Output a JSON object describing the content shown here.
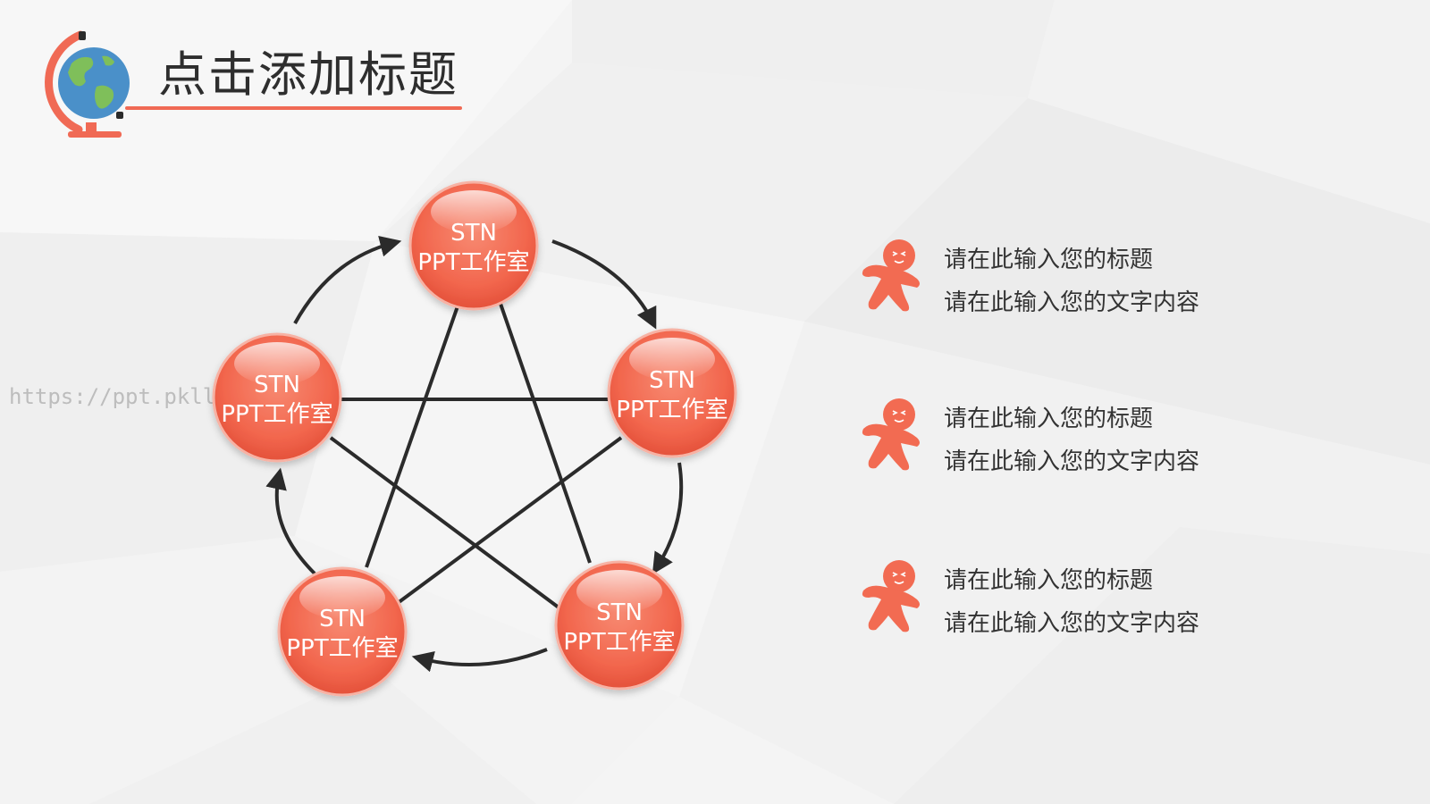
{
  "title": "点击添加标题",
  "watermark": "https://ppt.pkll.de",
  "colors": {
    "accent": "#f06a55",
    "node_fill": "#f26b52",
    "line": "#2b2b2b",
    "text": "#333333"
  },
  "cycle": {
    "nodes": [
      {
        "line1": "STN",
        "line2": "PPT工作室"
      },
      {
        "line1": "STN",
        "line2": "PPT工作室"
      },
      {
        "line1": "STN",
        "line2": "PPT工作室"
      },
      {
        "line1": "STN",
        "line2": "PPT工作室"
      },
      {
        "line1": "STN",
        "line2": "PPT工作室"
      }
    ]
  },
  "items": [
    {
      "title": "请在此输入您的标题",
      "content": "请在此输入您的文字内容",
      "icon": "gingerbread-man-icon"
    },
    {
      "title": "请在此输入您的标题",
      "content": "请在此输入您的文字内容",
      "icon": "gingerbread-man-icon"
    },
    {
      "title": "请在此输入您的标题",
      "content": "请在此输入您的文字内容",
      "icon": "gingerbread-man-icon"
    }
  ]
}
